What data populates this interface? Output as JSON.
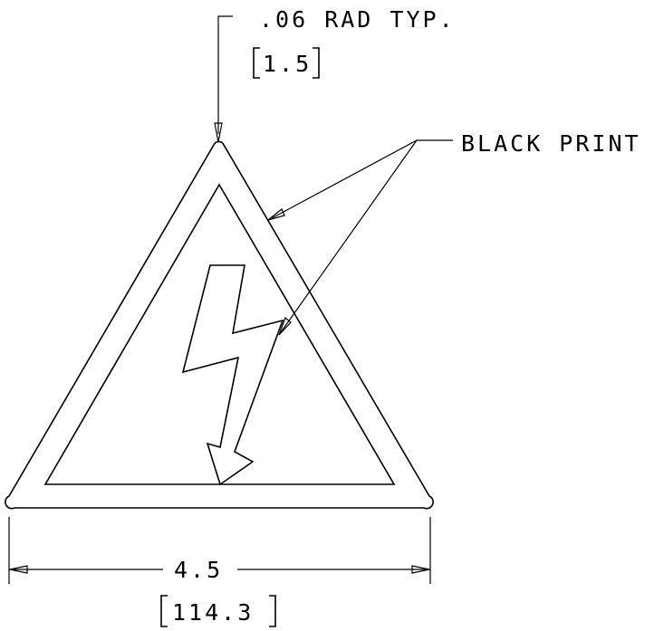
{
  "callouts": {
    "radius_label": ".06 RAD TYP.",
    "radius_metric": "1.5",
    "print_label": "BLACK PRINT"
  },
  "dimension": {
    "width_label": "4.5",
    "width_metric": "114.3"
  }
}
